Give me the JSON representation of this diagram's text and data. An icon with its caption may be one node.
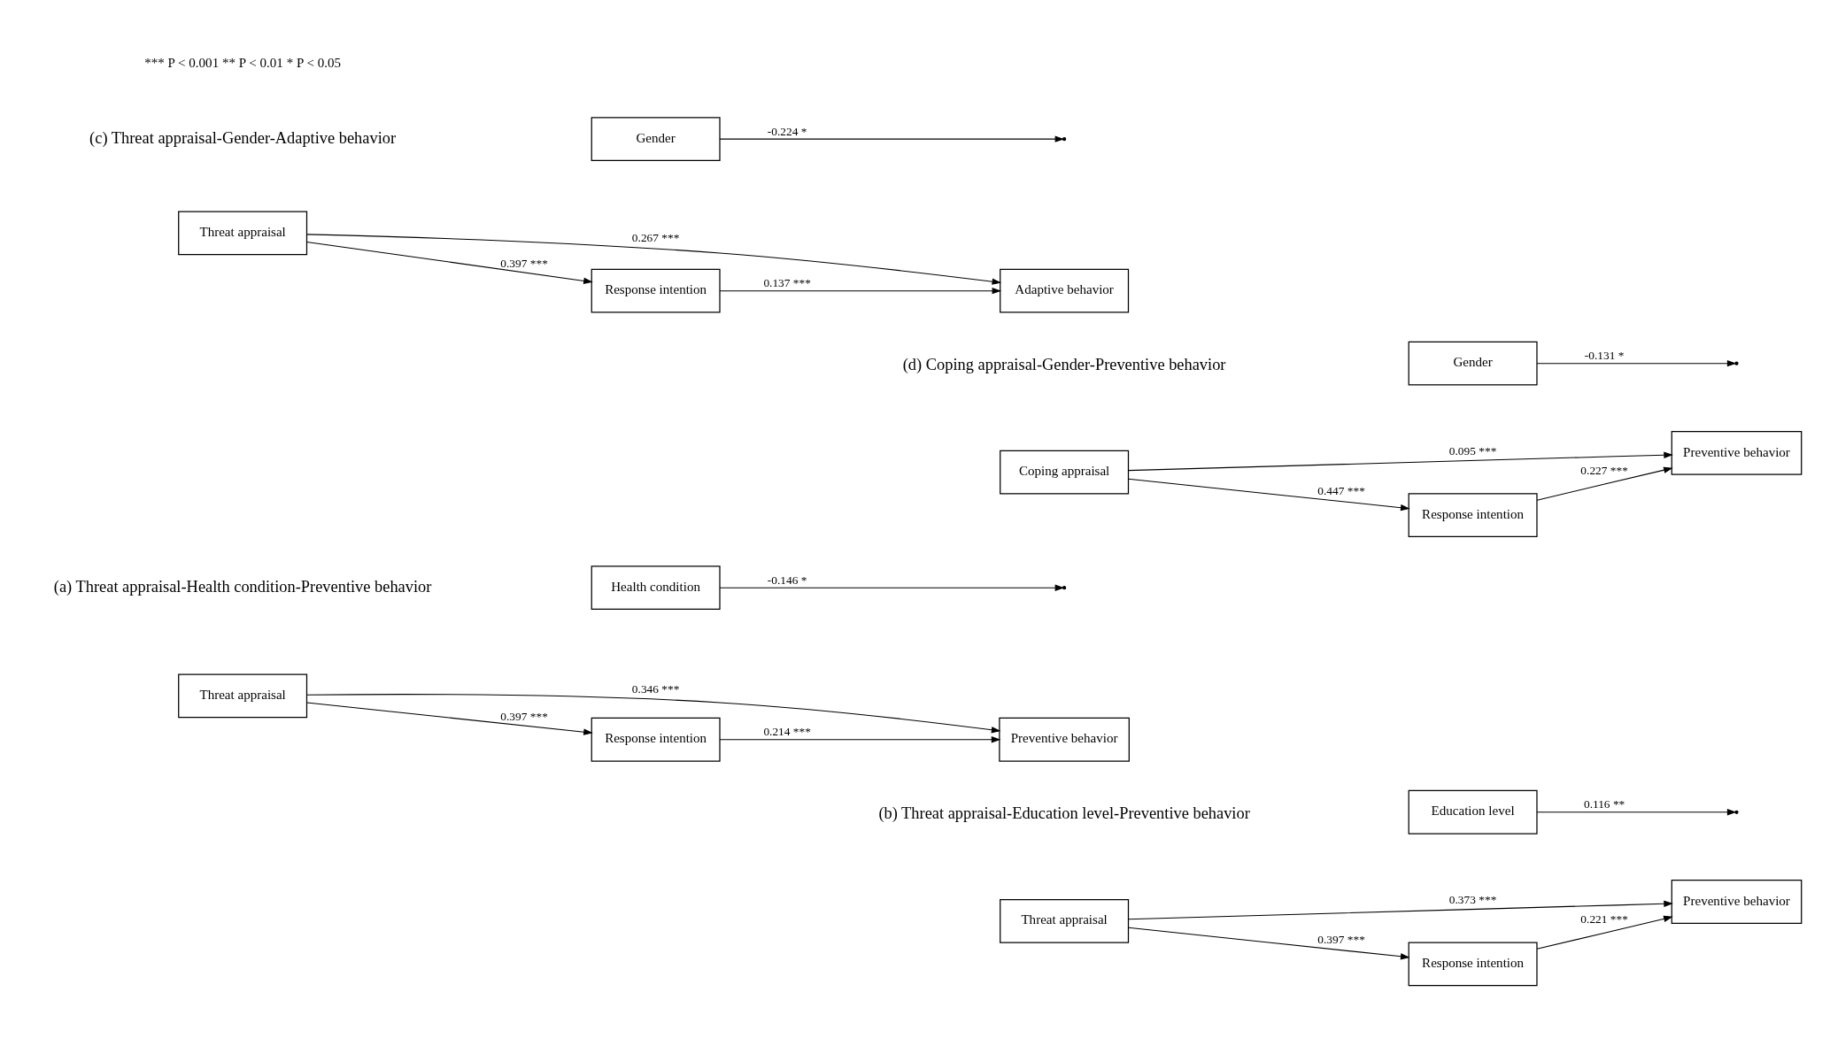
{
  "diagram": {
    "nodes": [
      {
        "text": [
          "Health condition"
        ]
      },
      {
        "text": [
          "Response intention"
        ]
      },
      {
        "text": [
          "Threat appraisal"
        ]
      },
      {
        "text": [
          "Preventive behavior"
        ]
      },
      {
        "text": [
          "Education level"
        ]
      },
      {
        "text": [
          "Response intention"
        ]
      },
      {
        "text": [
          "Threat appraisal"
        ]
      },
      {
        "text": [
          "Preventive behavior"
        ]
      },
      {
        "text": [
          "Gender"
        ]
      },
      {
        "text": [
          "Response intention"
        ]
      },
      {
        "text": [
          "Threat appraisal"
        ]
      },
      {
        "text": [
          "Adaptive behavior"
        ]
      },
      {
        "text": [
          "Gender"
        ]
      },
      {
        "text": [
          "Response intention"
        ]
      },
      {
        "text": [
          "Coping appraisal"
        ]
      },
      {
        "text": [
          "Preventive behavior"
        ]
      }
    ],
    "edges": [
      {
        "from": 2,
        "to": 1,
        "arrow": "to",
        "label": "0.397 ***"
      },
      {
        "from": 1,
        "to": 3,
        "arrow": "to",
        "label": "0.214 ***"
      },
      {
        "from": 0,
        "to": null,
        "arrow": "to",
        "label": "-0.146 *"
      },
      {
        "from": 2,
        "to": 3,
        "arrow": "to",
        "label": "0.346 ***"
      },
      {
        "from": 6,
        "to": 5,
        "arrow": "to",
        "label": "0.397 ***"
      },
      {
        "from": 5,
        "to": 7,
        "arrow": "to",
        "label": "0.221 ***"
      },
      {
        "from": 4,
        "to": null,
        "arrow": "to",
        "label": "0.116 **"
      },
      {
        "from": 6,
        "to": 7,
        "arrow": "to",
        "label": "0.373 ***"
      },
      {
        "from": 10,
        "to": 9,
        "arrow": "to",
        "label": "0.397 ***"
      },
      {
        "from": 9,
        "to": 11,
        "arrow": "to",
        "label": "0.137 ***"
      },
      {
        "from": 8,
        "to": null,
        "arrow": "to",
        "label": "-0.224 *"
      },
      {
        "from": 10,
        "to": 11,
        "arrow": "to",
        "label": "0.267 ***"
      },
      {
        "from": 14,
        "to": 13,
        "arrow": "to",
        "label": "0.447 ***"
      },
      {
        "from": 13,
        "to": 15,
        "arrow": "to",
        "label": "0.227 ***"
      },
      {
        "from": 12,
        "to": null,
        "arrow": "to",
        "label": "-0.131 *"
      },
      {
        "from": 14,
        "to": 15,
        "arrow": "to",
        "label": "0.095 ***"
      }
    ],
    "labels": [
      "(a) Threat appraisal-Health condition-Preventive behavior",
      "(b) Threat appraisal-Education level-Preventive behavior",
      "(c) Threat appraisal-Gender-Adaptive behavior",
      "(d) Coping appraisal-Gender-Preventive behavior",
      "*** P < 0.001 ** P < 0.01 * P < 0.05"
    ]
  }
}
